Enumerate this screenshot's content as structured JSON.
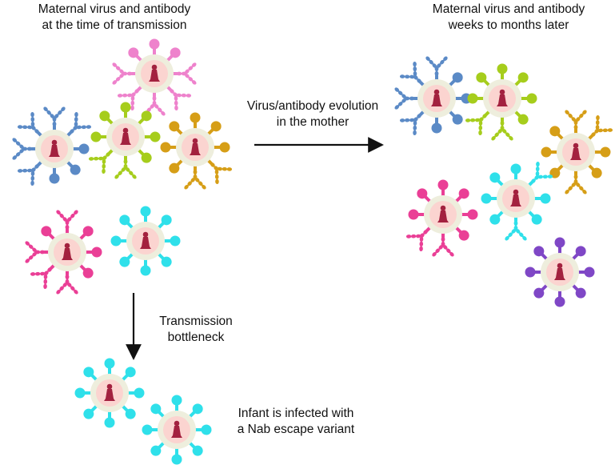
{
  "labels": {
    "left_header_line1": "Maternal virus and antibody",
    "left_header_line2": "at the time of transmission",
    "right_header_line1": "Maternal virus and antibody",
    "right_header_line2": "weeks to months later",
    "evolution_line1": "Virus/antibody evolution",
    "evolution_line2": "in the mother",
    "bottleneck_line1": "Transmission",
    "bottleneck_line2": "bottleneck",
    "infant_line1": "Infant is infected with",
    "infant_line2": "a Nab escape variant"
  },
  "palette": {
    "blue": "#5b8ac6",
    "pink": "#ee82cc",
    "lime": "#a6cd1c",
    "gold": "#d69e17",
    "magenta": "#ea3f96",
    "cyan": "#2fe0ea",
    "purple": "#7f47c6",
    "core_fill": "#fbd4d0",
    "core_ring": "#eeeedd",
    "inner_symbol": "#a3213f"
  },
  "virions": [
    {
      "id": "pink-top",
      "group": "maternal-at-transmission",
      "color": "pink",
      "antibodies": "many"
    },
    {
      "id": "blue-left",
      "group": "maternal-at-transmission",
      "color": "blue",
      "antibodies": "many"
    },
    {
      "id": "lime-center",
      "group": "maternal-at-transmission",
      "color": "lime",
      "antibodies": "some"
    },
    {
      "id": "gold-right",
      "group": "maternal-at-transmission",
      "color": "gold",
      "antibodies": "some"
    },
    {
      "id": "magenta-bottom",
      "group": "maternal-at-transmission",
      "color": "magenta",
      "antibodies": "many"
    },
    {
      "id": "cyan-bottom",
      "group": "maternal-at-transmission",
      "color": "cyan",
      "antibodies": "none"
    },
    {
      "id": "blue-later",
      "group": "maternal-later",
      "color": "blue",
      "antibodies": "many"
    },
    {
      "id": "lime-later",
      "group": "maternal-later",
      "color": "lime",
      "antibodies": "some"
    },
    {
      "id": "gold-later",
      "group": "maternal-later",
      "color": "gold",
      "antibodies": "many"
    },
    {
      "id": "magenta-later",
      "group": "maternal-later",
      "color": "magenta",
      "antibodies": "some"
    },
    {
      "id": "cyan-later",
      "group": "maternal-later",
      "color": "cyan",
      "antibodies": "some"
    },
    {
      "id": "purple-later",
      "group": "maternal-later",
      "color": "purple",
      "antibodies": "none"
    },
    {
      "id": "cyan-infant-1",
      "group": "infant",
      "color": "cyan",
      "antibodies": "none"
    },
    {
      "id": "cyan-infant-2",
      "group": "infant",
      "color": "cyan",
      "antibodies": "none"
    }
  ]
}
